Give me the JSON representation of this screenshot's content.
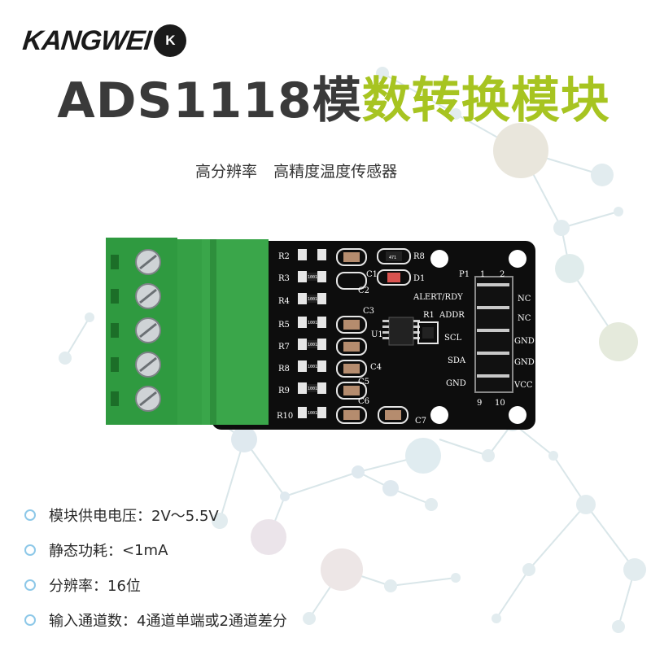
{
  "brand": {
    "logo_text": "KANGWEI",
    "logo_mark": "K"
  },
  "title": {
    "part1": "ADS1118模",
    "part2": "数转换模块"
  },
  "subtitle": {
    "left": "高分辨率",
    "right": "高精度温度传感器"
  },
  "board": {
    "resistor_labels": [
      "R2",
      "R3",
      "R4",
      "R5",
      "R7",
      "R8",
      "R9",
      "R10"
    ],
    "cap_labels": [
      "C1",
      "C2",
      "C3",
      "C4",
      "C5",
      "C6",
      "C7"
    ],
    "misc_labels": {
      "r8": "R8",
      "d1": "D1",
      "r1": "R1",
      "u1": "U1",
      "p1": "P1"
    },
    "signal_labels": [
      "ALERT/RDY",
      "ADDR",
      "SCL",
      "SDA",
      "GND"
    ],
    "header_right_labels": [
      "NC",
      "NC",
      "GND",
      "GND",
      "VCC"
    ],
    "header_numbers": {
      "top_left": "1",
      "top_right": "2",
      "bottom_left": "9",
      "bottom_right": "10"
    },
    "chip_markings": [
      "1001",
      "1001",
      "1001",
      "1001",
      "1001",
      "1001",
      "1001"
    ],
    "chip_marking_r1": "471",
    "colors": {
      "terminal_green": "#3aa64a",
      "pcb_black": "#0d0d0d"
    }
  },
  "features": [
    {
      "label": "模块供电电压：",
      "value": "2V～5.5V"
    },
    {
      "label": "静态功耗：",
      "value": "<1mA"
    },
    {
      "label": "分辨率：",
      "value": "16位"
    },
    {
      "label": "输入通道数：",
      "value": "4通道单端或2通道差分"
    }
  ],
  "colors": {
    "title_dark": "#3a3a3a",
    "title_green": "#a7c421",
    "bullet": "#8dc8e8"
  }
}
